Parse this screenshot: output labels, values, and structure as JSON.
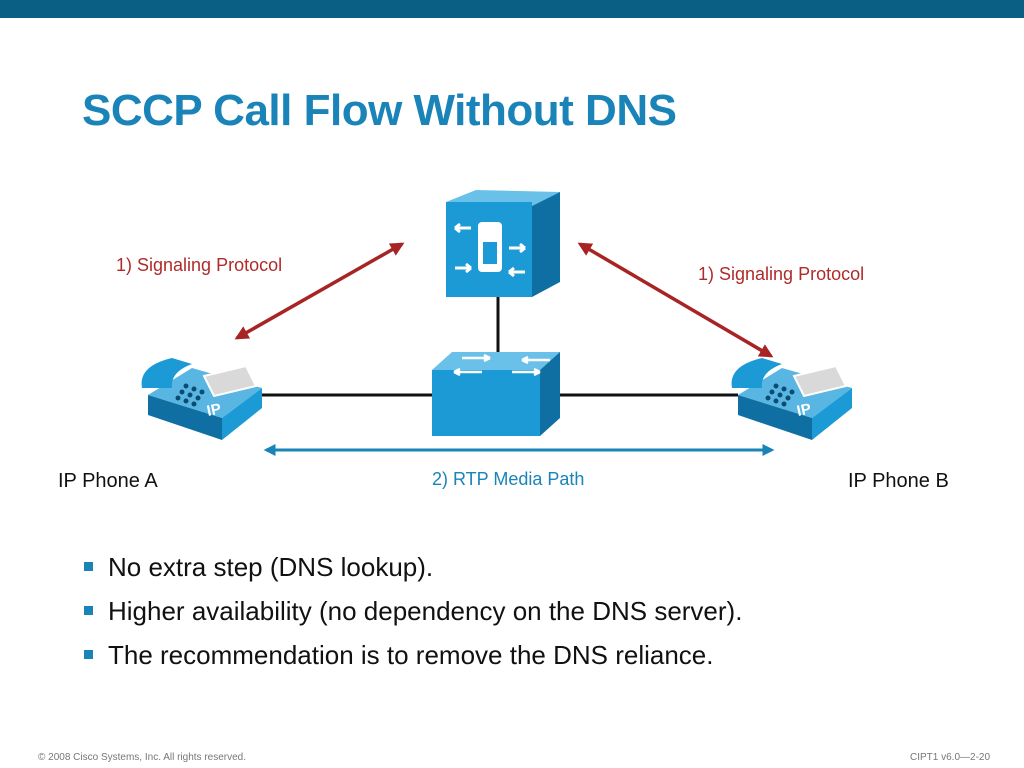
{
  "slide": {
    "title": "SCCP Call Flow Without DNS",
    "colors": {
      "top_bar": "#0a5f84",
      "title": "#1a84b8",
      "signaling": "#b02a2a",
      "rtp": "#1a84b8",
      "device": "#1b9ad6"
    }
  },
  "diagram": {
    "signaling_left_label": "1) Signaling Protocol",
    "signaling_right_label": "1) Signaling Protocol",
    "rtp_label": "2) RTP Media Path",
    "phone_a_label": "IP Phone A",
    "phone_b_label": "IP Phone B",
    "phone_badge": "IP",
    "icons": [
      "call-manager-icon",
      "switch-icon",
      "ip-phone-icon"
    ]
  },
  "bullets": [
    "No extra step (DNS lookup).",
    "Higher availability (no dependency on the DNS server).",
    "The recommendation is to remove the DNS reliance."
  ],
  "footer": {
    "copyright": "© 2008 Cisco Systems, Inc. All rights reserved.",
    "course": "CIPT1 v6.0—2-20"
  }
}
